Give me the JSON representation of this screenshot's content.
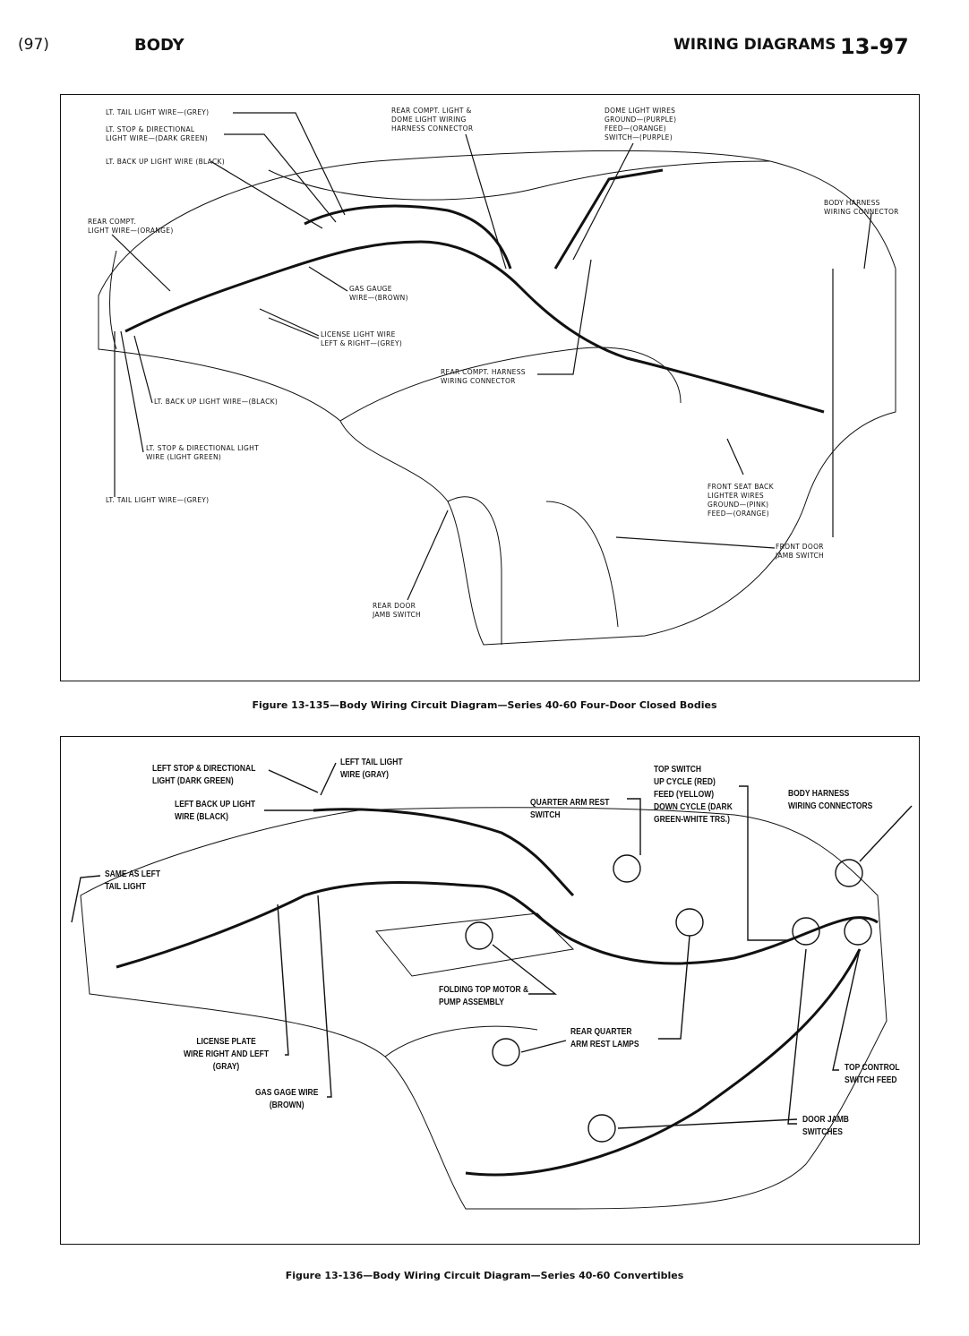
{
  "header": {
    "page_ref": "(97)",
    "section": "BODY",
    "chapter": "WIRING DIAGRAMS",
    "page_number": "13-97"
  },
  "figure1": {
    "caption": "Figure 13-135—Body Wiring Circuit Diagram—Series 40-60 Four-Door Closed Bodies",
    "labels": [
      "LT. TAIL LIGHT WIRE—(GREY)",
      "LT. STOP & DIRECTIONAL\nLIGHT WIRE—(DARK GREEN)",
      "LT. BACK UP LIGHT WIRE (BLACK)",
      "REAR COMPT.\nLIGHT WIRE—(ORANGE)",
      "REAR COMPT. LIGHT &\nDOME LIGHT WIRING\nHARNESS CONNECTOR",
      "DOME LIGHT WIRES\nGROUND—(PURPLE)\nFEED—(ORANGE)\nSWITCH—(PURPLE)",
      "BODY HARNESS\nWIRING CONNECTOR",
      "GAS GAUGE\nWIRE—(BROWN)",
      "LICENSE LIGHT WIRE\nLEFT & RIGHT—(GREY)",
      "REAR COMPT. HARNESS\nWIRING CONNECTOR",
      "LT. BACK UP LIGHT WIRE—(BLACK)",
      "LT. STOP & DIRECTIONAL LIGHT\nWIRE (LIGHT GREEN)",
      "LT. TAIL LIGHT WIRE—(GREY)",
      "FRONT SEAT BACK\nLIGHTER WIRES\nGROUND—(PINK)\nFEED—(ORANGE)",
      "FRONT DOOR\nJAMB SWITCH",
      "REAR DOOR\nJAMB SWITCH"
    ]
  },
  "figure2": {
    "caption": "Figure 13-136—Body Wiring Circuit Diagram—Series 40-60 Convertibles",
    "labels": [
      "LEFT STOP & DIRECTIONAL\nLIGHT (DARK GREEN)",
      "LEFT TAIL LIGHT\nWIRE (GRAY)",
      "LEFT BACK UP LIGHT\nWIRE (BLACK)",
      "SAME AS LEFT\nTAIL LIGHT",
      "QUARTER ARM REST\nSWITCH",
      "TOP SWITCH\nUP CYCLE (RED)\nFEED (YELLOW)\nDOWN CYCLE (DARK\nGREEN-WHITE TRS.)",
      "BODY HARNESS\nWIRING CONNECTORS",
      "FOLDING TOP MOTOR &\nPUMP ASSEMBLY",
      "REAR QUARTER\nARM REST LAMPS",
      "LICENSE PLATE\nWIRE RIGHT AND LEFT\n(GRAY)",
      "GAS GAGE WIRE\n(BROWN)",
      "TOP CONTROL\nSWITCH FEED",
      "DOOR JAMB\nSWITCHES"
    ]
  }
}
